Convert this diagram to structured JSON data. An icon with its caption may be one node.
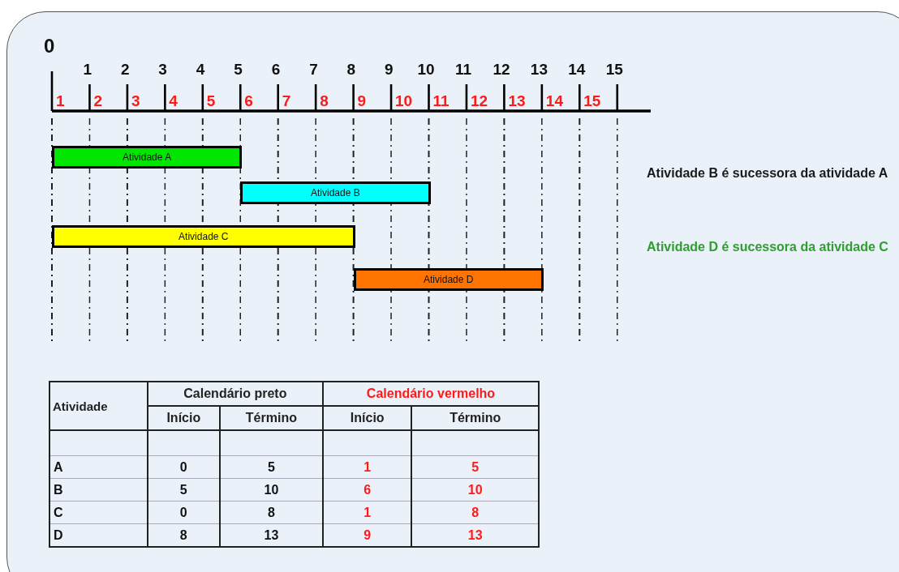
{
  "diagram": {
    "nodes": [
      {
        "text": [
          "Atividade A"
        ]
      },
      {
        "text": [
          "Atividade B"
        ]
      },
      {
        "text": [
          "Atividade C"
        ]
      },
      {
        "text": [
          "Atividade D"
        ]
      }
    ],
    "labels": [
      "0",
      "1",
      "2",
      "3",
      "4",
      "5",
      "6",
      "7",
      "8",
      "9",
      "10",
      "11",
      "12",
      "13",
      "14",
      "15",
      "1",
      "2",
      "3",
      "4",
      "5",
      "6",
      "7",
      "8",
      "9",
      "10",
      "11",
      "12",
      "13",
      "14",
      "15",
      "Atividade B é sucessora da atividade A",
      "Atividade D é sucessora da atividade C",
      "Atividade",
      "Calendário preto",
      "Calendário vermelho",
      "Início",
      "Término",
      "Início",
      "Término",
      "A",
      "0",
      "5",
      "1",
      "5",
      "B",
      "5",
      "10",
      "6",
      "10",
      "C",
      "0",
      "8",
      "1",
      "8",
      "D",
      "8",
      "13",
      "9",
      "13"
    ]
  }
}
